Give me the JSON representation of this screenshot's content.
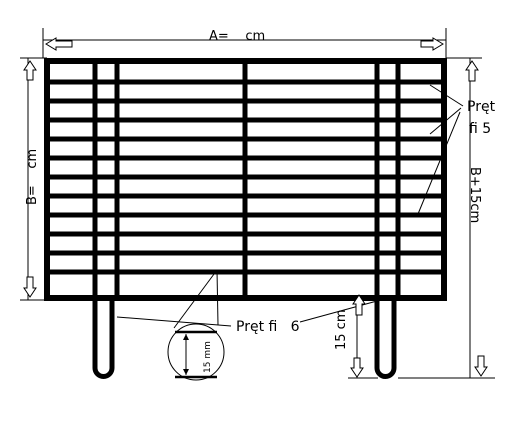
{
  "labels": {
    "width_dimension": "A=    cm",
    "height_dimension": "B=    cm",
    "total_height": "B+15cm",
    "rod_label_line1": "Pręt",
    "rod_label_line2": "fi 5",
    "post_rod_label": "Pręt fi   6",
    "leg_length": "15 cm",
    "detail_dimension": "15 mm"
  },
  "colors": {
    "stroke": "#000000",
    "background": "#ffffff",
    "arrow_fill": "#ffffff"
  },
  "icons": {
    "dimension_arrows": [
      "arrow-left-icon",
      "arrow-right-icon",
      "arrow-up-icon",
      "arrow-down-icon"
    ]
  }
}
